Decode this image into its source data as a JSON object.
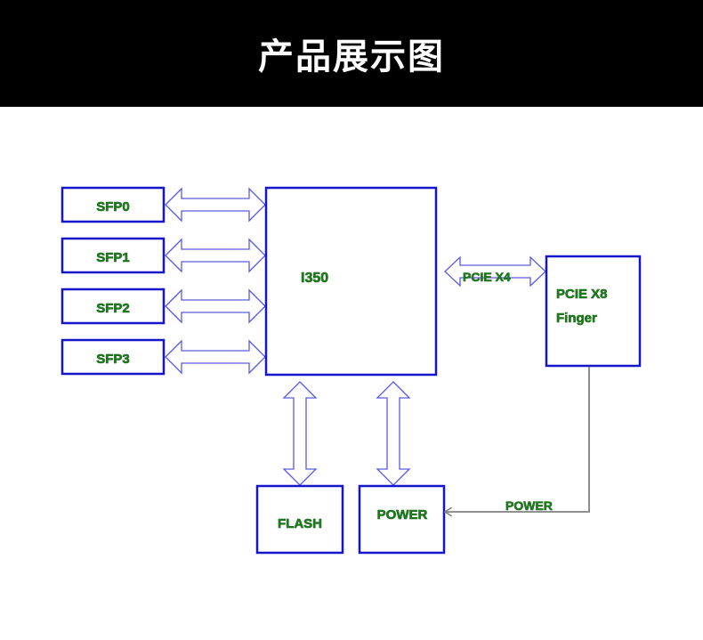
{
  "header": {
    "title": "产品展示图"
  },
  "blocks": {
    "sfp0": "SFP0",
    "sfp1": "SFP1",
    "sfp2": "SFP2",
    "sfp3": "SFP3",
    "i350": "I350",
    "pcie_x8_line1": "PCIE X8",
    "pcie_x8_line2": "Finger",
    "flash": "FLASH",
    "power": "POWER"
  },
  "connections": {
    "pcie_x4": "PCIE X4",
    "power_feed": "POWER"
  },
  "colors": {
    "header_bg": "#000000",
    "block_border": "#1515cc",
    "arrow_border": "#5a5ae0",
    "label_text": "#1e7a1e",
    "power_line": "#808080"
  }
}
